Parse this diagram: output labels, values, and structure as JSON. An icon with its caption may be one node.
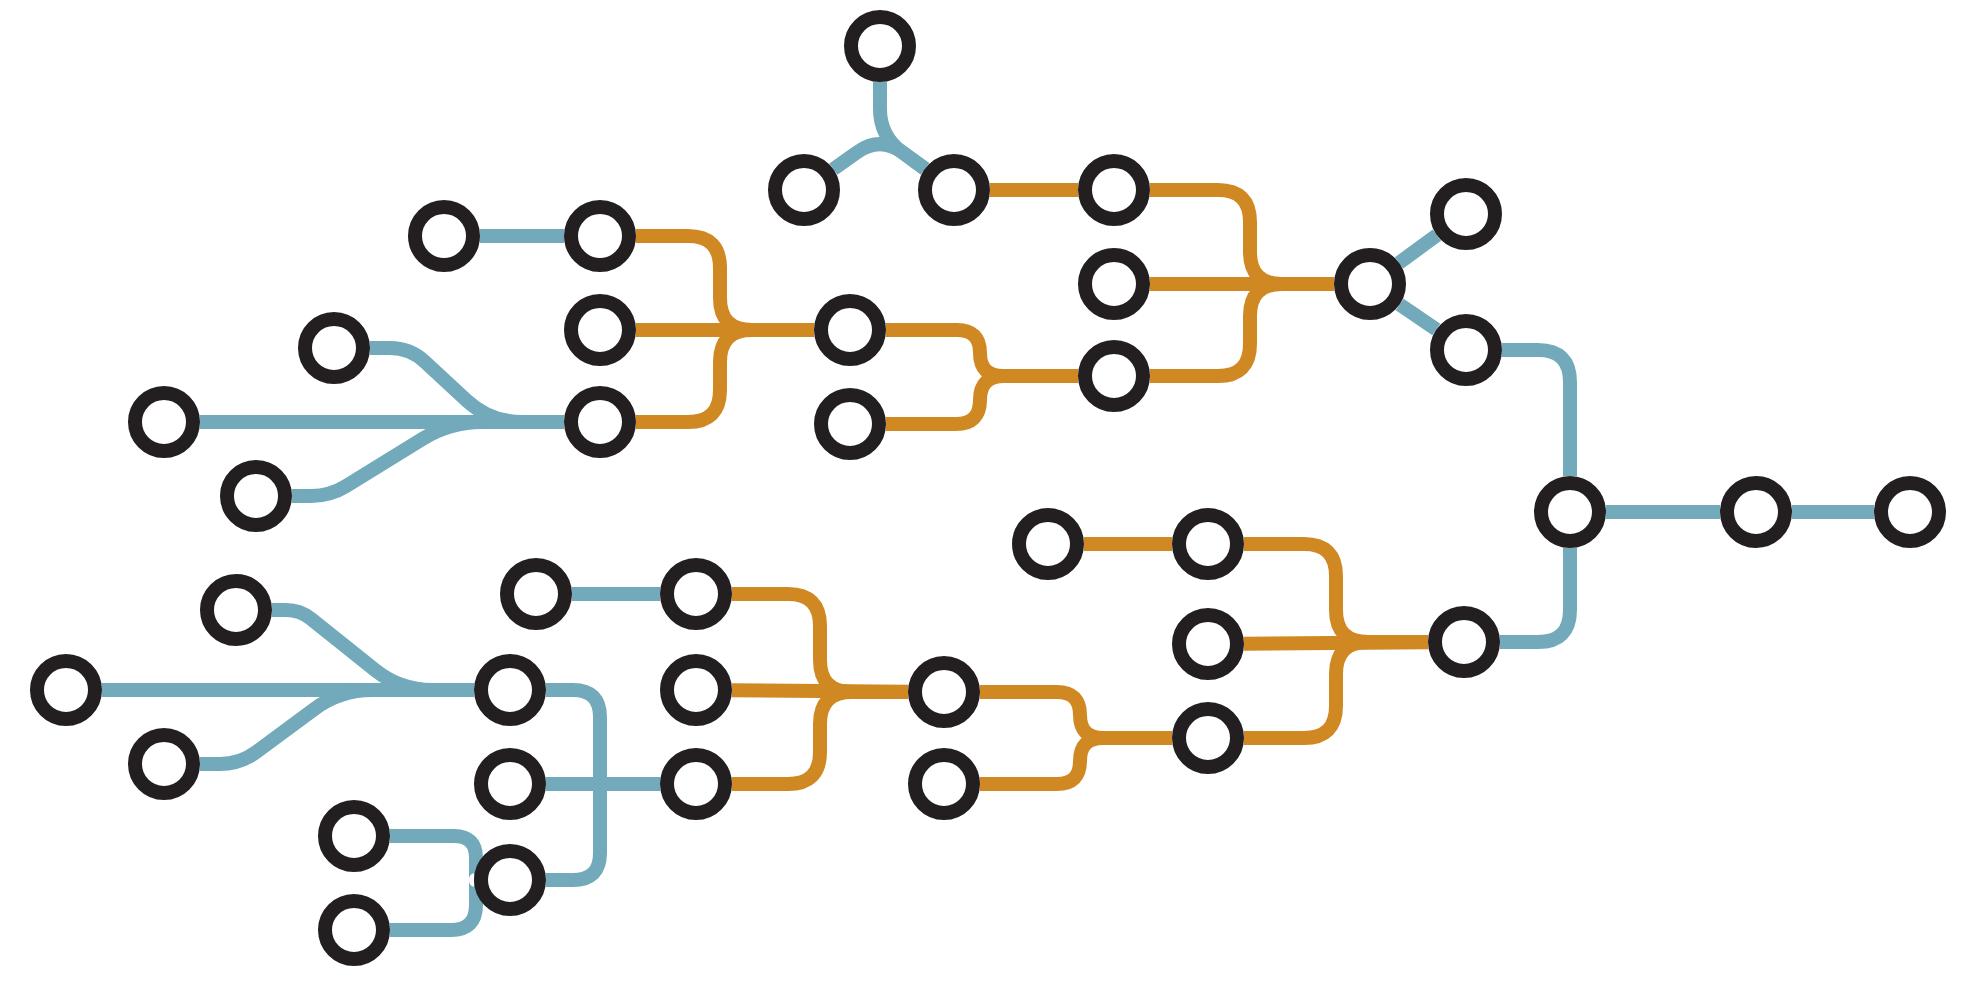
{
  "diagram": {
    "nodes": [
      {
        "text": [],
        "shape": "circle"
      },
      {
        "text": [],
        "shape": "circle"
      },
      {
        "text": [],
        "shape": "circle"
      },
      {
        "text": [],
        "shape": "circle"
      },
      {
        "text": [],
        "shape": "circle"
      },
      {
        "text": [],
        "shape": "circle"
      },
      {
        "text": [],
        "shape": "circle"
      },
      {
        "text": [],
        "shape": "circle"
      },
      {
        "text": [],
        "shape": "circle"
      },
      {
        "text": [],
        "shape": "circle"
      },
      {
        "text": [],
        "shape": "circle"
      },
      {
        "text": [],
        "shape": "circle"
      },
      {
        "text": [],
        "shape": "circle"
      },
      {
        "text": [],
        "shape": "circle"
      },
      {
        "text": [],
        "shape": "circle"
      },
      {
        "text": [],
        "shape": "circle"
      },
      {
        "text": [],
        "shape": "circle"
      },
      {
        "text": [],
        "shape": "circle"
      },
      {
        "text": [],
        "shape": "circle"
      },
      {
        "text": [],
        "shape": "circle"
      },
      {
        "text": [],
        "shape": "circle"
      },
      {
        "text": [],
        "shape": "circle"
      },
      {
        "text": [],
        "shape": "circle"
      },
      {
        "text": [],
        "shape": "circle"
      },
      {
        "text": [],
        "shape": "circle"
      },
      {
        "text": [],
        "shape": "circle"
      },
      {
        "text": [],
        "shape": "circle"
      },
      {
        "text": [],
        "shape": "circle"
      },
      {
        "text": [],
        "shape": "circle"
      },
      {
        "text": [],
        "shape": "circle"
      },
      {
        "text": [],
        "shape": "circle"
      },
      {
        "text": [],
        "shape": "circle"
      },
      {
        "text": [],
        "shape": "circle"
      },
      {
        "text": [],
        "shape": "circle"
      },
      {
        "text": [],
        "shape": "circle"
      },
      {
        "text": [],
        "shape": "circle"
      },
      {
        "text": [],
        "shape": "circle"
      },
      {
        "text": [],
        "shape": "circle"
      },
      {
        "text": [],
        "shape": "circle"
      },
      {
        "text": [],
        "shape": "circle"
      }
    ],
    "edges": [
      {
        "from": 0,
        "to": 2,
        "arrow": "none"
      },
      {
        "from": 1,
        "to": 2,
        "arrow": "none"
      },
      {
        "from": 2,
        "to": 3,
        "arrow": "none",
        "color": "#d08822"
      },
      {
        "from": 3,
        "to": 8,
        "arrow": "none",
        "color": "#d08822"
      },
      {
        "from": 7,
        "to": 8,
        "arrow": "none",
        "color": "#d08822"
      },
      {
        "from": 13,
        "to": 8,
        "arrow": "none",
        "color": "#d08822"
      },
      {
        "from": 8,
        "to": 4,
        "arrow": "none"
      },
      {
        "from": 8,
        "to": 12,
        "arrow": "none"
      },
      {
        "from": 12,
        "to": 18,
        "arrow": "none"
      },
      {
        "from": 18,
        "to": 19,
        "arrow": "none"
      },
      {
        "from": 19,
        "to": 20,
        "arrow": "none"
      },
      {
        "from": 26,
        "to": 18,
        "arrow": "none"
      },
      {
        "from": 9,
        "to": 13,
        "arrow": "none",
        "color": "#d08822"
      },
      {
        "from": 16,
        "to": 13,
        "arrow": "none",
        "color": "#d08822"
      },
      {
        "from": 6,
        "to": 9,
        "arrow": "none",
        "color": "#d08822"
      },
      {
        "from": 10,
        "to": 9,
        "arrow": "none",
        "color": "#d08822"
      },
      {
        "from": 15,
        "to": 9,
        "arrow": "none",
        "color": "#d08822"
      },
      {
        "from": 5,
        "to": 6,
        "arrow": "none"
      },
      {
        "from": 11,
        "to": 15,
        "arrow": "none"
      },
      {
        "from": 14,
        "to": 15,
        "arrow": "none"
      },
      {
        "from": 17,
        "to": 15,
        "arrow": "none"
      },
      {
        "from": 22,
        "to": 26,
        "arrow": "none",
        "color": "#d08822"
      },
      {
        "from": 27,
        "to": 26,
        "arrow": "none",
        "color": "#d08822"
      },
      {
        "from": 32,
        "to": 26,
        "arrow": "none",
        "color": "#d08822"
      },
      {
        "from": 21,
        "to": 22,
        "arrow": "none",
        "color": "#d08822"
      },
      {
        "from": 31,
        "to": 32,
        "arrow": "none",
        "color": "#d08822"
      },
      {
        "from": 36,
        "to": 32,
        "arrow": "none",
        "color": "#d08822"
      },
      {
        "from": 24,
        "to": 31,
        "arrow": "none",
        "color": "#d08822"
      },
      {
        "from": 30,
        "to": 31,
        "arrow": "none",
        "color": "#d08822"
      },
      {
        "from": 35,
        "to": 31,
        "arrow": "none",
        "color": "#d08822"
      },
      {
        "from": 23,
        "to": 24,
        "arrow": "none"
      },
      {
        "from": 25,
        "to": 29,
        "arrow": "none"
      },
      {
        "from": 28,
        "to": 29,
        "arrow": "none"
      },
      {
        "from": 33,
        "to": 29,
        "arrow": "none"
      },
      {
        "from": 34,
        "to": 35,
        "arrow": "none"
      },
      {
        "from": 38,
        "to": 29,
        "arrow": "none"
      },
      {
        "from": 37,
        "to": 38,
        "arrow": "none"
      },
      {
        "from": 39,
        "to": 38,
        "arrow": "none"
      }
    ]
  }
}
